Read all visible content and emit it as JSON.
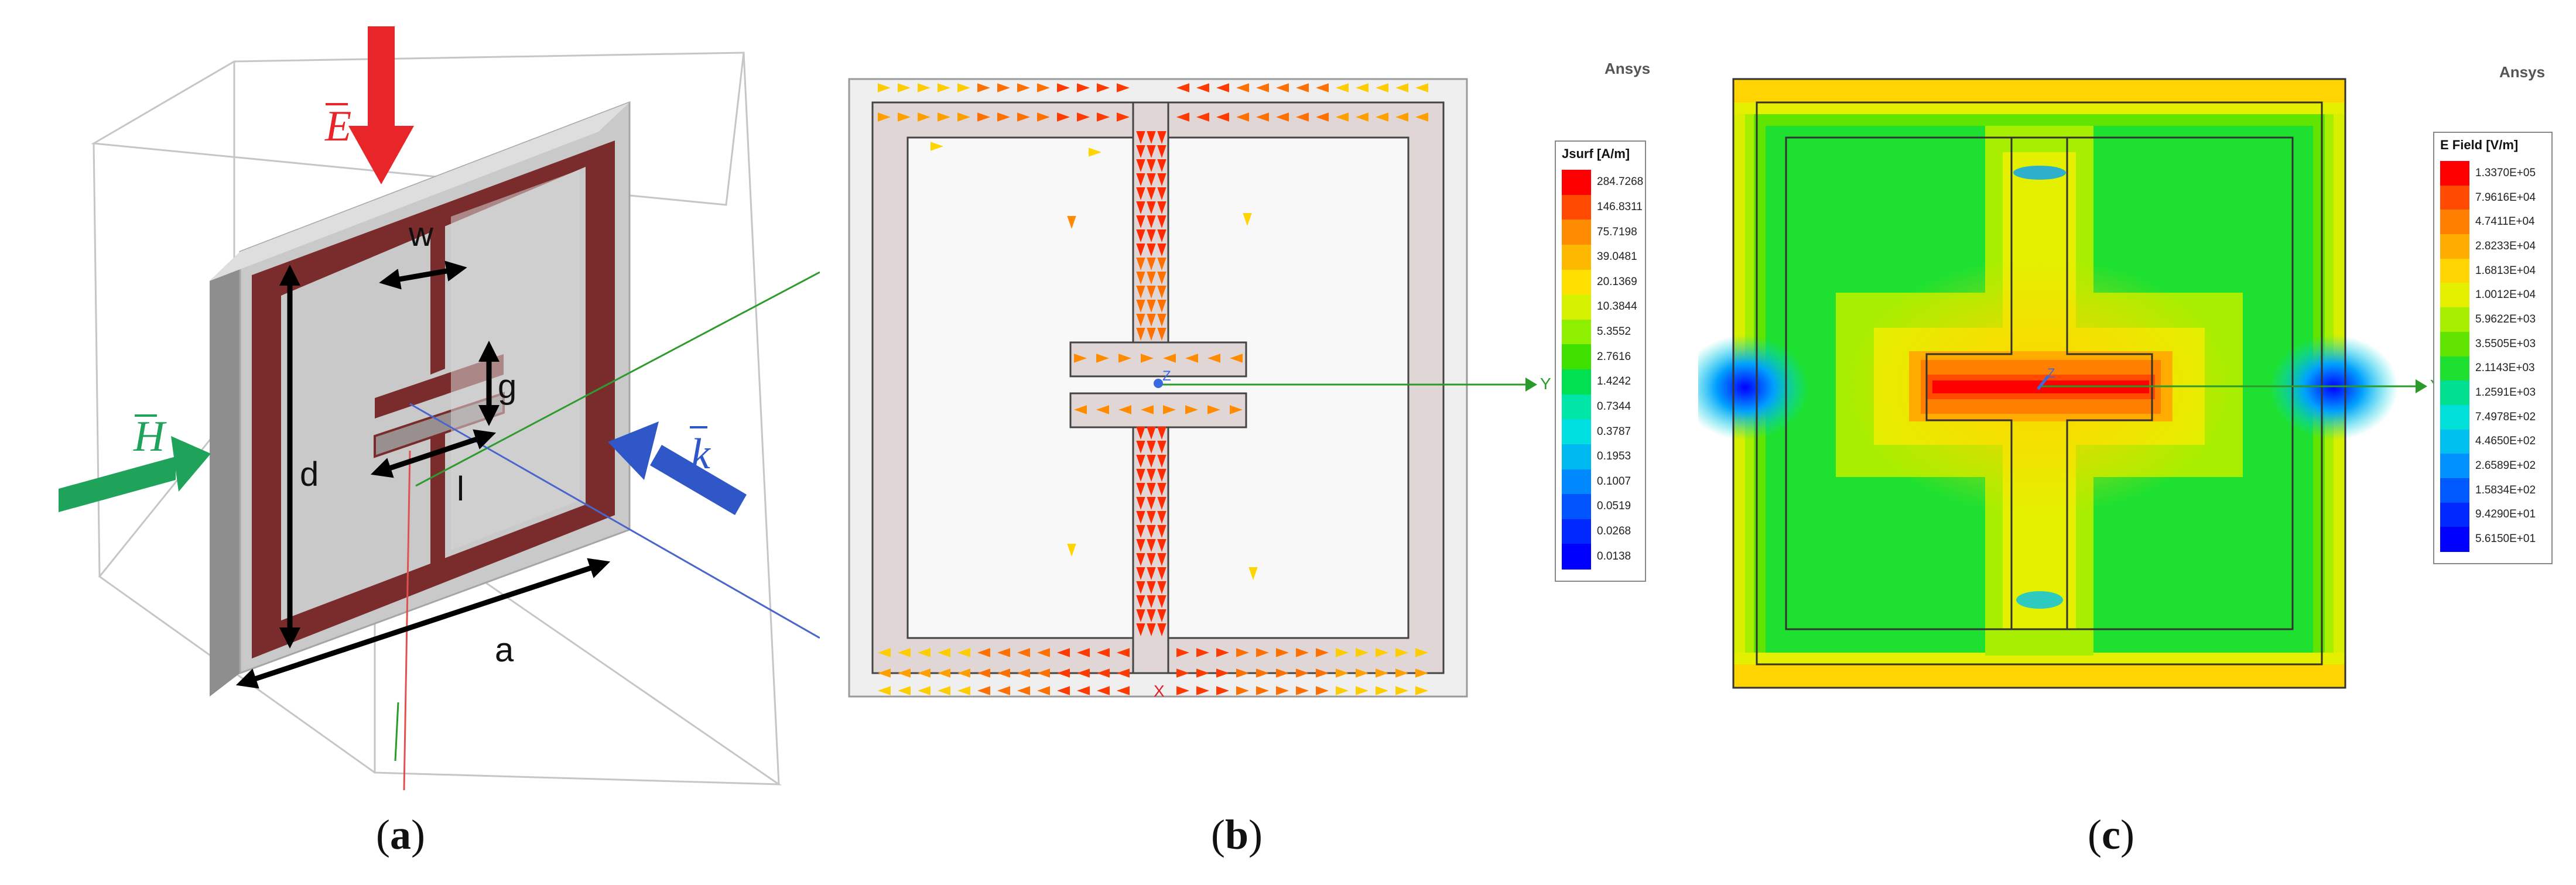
{
  "panel_a": {
    "caption_letter": "a",
    "vector_labels": {
      "E": "E",
      "H": "H",
      "k": "k"
    },
    "dimension_labels": {
      "w": "w",
      "g": "g",
      "d": "d",
      "l": "l",
      "a": "a"
    },
    "colors": {
      "E_arrow": "#e8262a",
      "H_arrow": "#1fa35a",
      "k_arrow": "#2f57c8",
      "ring": "#7a2c2c",
      "substrate": "#c9c9c9"
    }
  },
  "panel_b": {
    "caption_letter": "b",
    "watermark": "Ansys",
    "axis_labels": {
      "y": "Y",
      "x": "X",
      "z": "Z"
    },
    "legend": {
      "title": "Jsurf [A/m]",
      "entries": [
        {
          "value": "284.7268",
          "color": "#ff0000"
        },
        {
          "value": "146.8311",
          "color": "#ff4a00"
        },
        {
          "value": "75.7198",
          "color": "#ff8c00"
        },
        {
          "value": "39.0481",
          "color": "#ffb800"
        },
        {
          "value": "20.1369",
          "color": "#ffe000"
        },
        {
          "value": "10.3844",
          "color": "#d6f200"
        },
        {
          "value": "5.3552",
          "color": "#8ef000"
        },
        {
          "value": "2.7616",
          "color": "#3fe000"
        },
        {
          "value": "1.4242",
          "color": "#00e050"
        },
        {
          "value": "0.7344",
          "color": "#00e6a8"
        },
        {
          "value": "0.3787",
          "color": "#00e0e0"
        },
        {
          "value": "0.1953",
          "color": "#00b8f0"
        },
        {
          "value": "0.1007",
          "color": "#0088ff"
        },
        {
          "value": "0.0519",
          "color": "#0055ff"
        },
        {
          "value": "0.0268",
          "color": "#0028ff"
        },
        {
          "value": "0.0138",
          "color": "#0000ff"
        }
      ]
    }
  },
  "panel_c": {
    "caption_letter": "c",
    "watermark": "Ansys",
    "axis_labels": {
      "y": "Y",
      "z": "Z"
    },
    "legend": {
      "title": "E Field [V/m]",
      "entries": [
        {
          "value": "1.3370E+05",
          "color": "#ff0000"
        },
        {
          "value": "7.9616E+04",
          "color": "#ff4a00"
        },
        {
          "value": "4.7411E+04",
          "color": "#ff8000"
        },
        {
          "value": "2.8233E+04",
          "color": "#ffac00"
        },
        {
          "value": "1.6813E+04",
          "color": "#ffd400"
        },
        {
          "value": "1.0012E+04",
          "color": "#e4f000"
        },
        {
          "value": "5.9622E+03",
          "color": "#a8ee00"
        },
        {
          "value": "3.5505E+03",
          "color": "#60e400"
        },
        {
          "value": "2.1143E+03",
          "color": "#1ee030"
        },
        {
          "value": "1.2591E+03",
          "color": "#00e090"
        },
        {
          "value": "7.4978E+02",
          "color": "#00e0d8"
        },
        {
          "value": "4.4650E+02",
          "color": "#00c0f0"
        },
        {
          "value": "2.6589E+02",
          "color": "#0090ff"
        },
        {
          "value": "1.5834E+02",
          "color": "#0058ff"
        },
        {
          "value": "9.4290E+01",
          "color": "#0028ff"
        },
        {
          "value": "5.6150E+01",
          "color": "#0000ff"
        }
      ]
    }
  }
}
